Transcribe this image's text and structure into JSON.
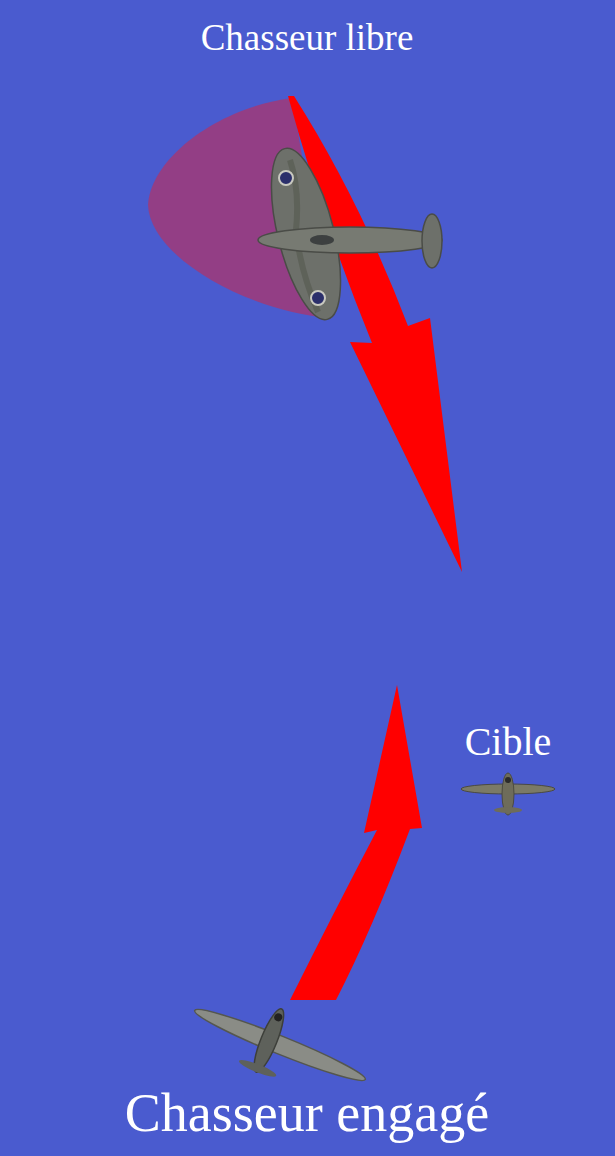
{
  "diagram": {
    "labels": [
      "Chasseur libre",
      "Cible",
      "Chasseur engagé"
    ]
  }
}
